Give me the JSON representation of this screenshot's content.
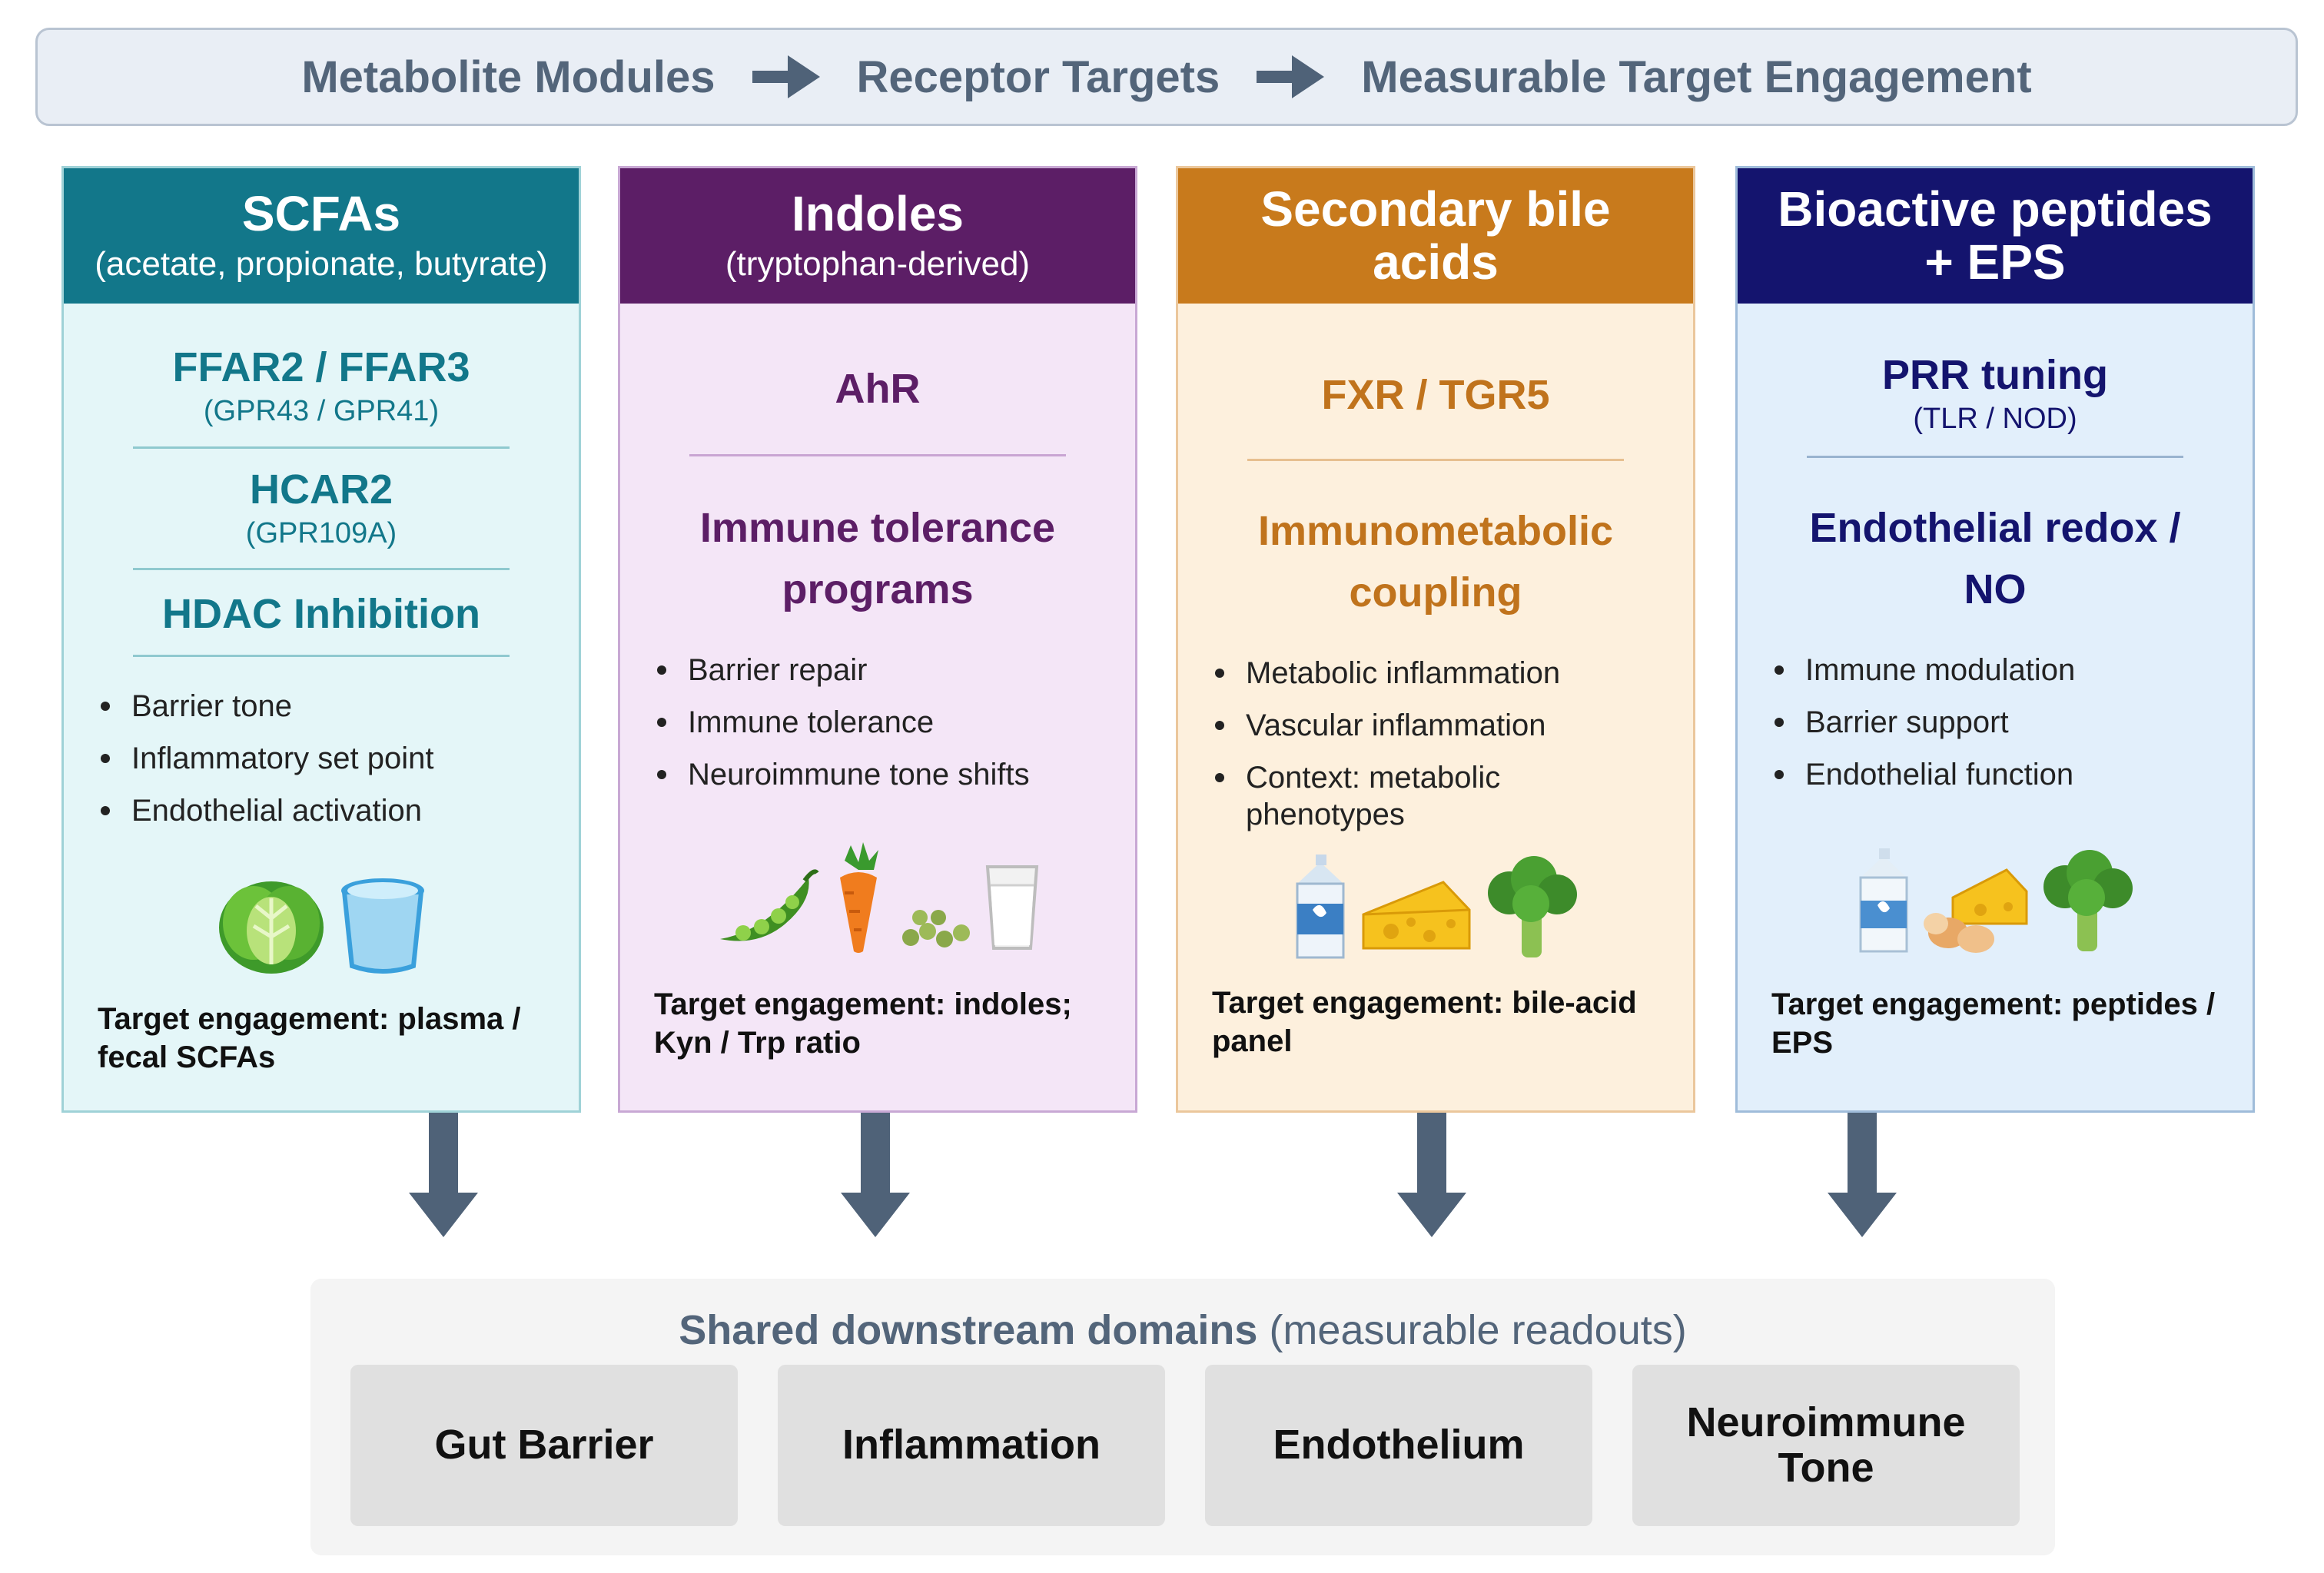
{
  "banner": {
    "steps": [
      "Metabolite Modules",
      "Receptor Targets",
      "Measurable Target Engagement"
    ]
  },
  "columns": [
    {
      "title": "SCFAs",
      "subtitle": "(acetate, propionate, butyrate)",
      "receptors": [
        {
          "name": "FFAR2 / FFAR3",
          "sub": "(GPR43 / GPR41)"
        },
        {
          "name": "HCAR2",
          "sub": "(GPR109A)"
        },
        {
          "name": "HDAC Inhibition",
          "sub": ""
        }
      ],
      "bullets": [
        "Barrier tone",
        "Inflammatory set point",
        "Endothelial activation"
      ],
      "foods": [
        "lettuce-icon",
        "yogurt-cup-icon"
      ],
      "target": "Target engagement: plasma / fecal SCFAs",
      "colors": {
        "header": "#12778a",
        "body": "#e4f6f8"
      }
    },
    {
      "title": "Indoles",
      "subtitle": "(tryptophan-derived)",
      "receptor": "AhR",
      "program": "Immune tolerance programs",
      "bullets": [
        "Barrier repair",
        "Immune tolerance",
        "Neuroimmune tone shifts"
      ],
      "foods": [
        "pea-pod-icon",
        "carrot-icon",
        "peas-icon",
        "milk-glass-icon"
      ],
      "target": "Target engagement: indoles; Kyn / Trp ratio",
      "colors": {
        "header": "#5c1e66",
        "body": "#f4e6f7"
      }
    },
    {
      "title": "Secondary bile acids",
      "subtitle": "",
      "receptor": "FXR / TGR5",
      "program": "Immunometabolic coupling",
      "bullets": [
        "Metabolic inflammation",
        "Vascular inflammation",
        "Context: metabolic phenotypes"
      ],
      "foods": [
        "milk-carton-icon",
        "cheese-icon",
        "broccoli-icon"
      ],
      "target": "Target engagement: bile-acid panel",
      "colors": {
        "header": "#c87a1c",
        "body": "#fdf0dd"
      }
    },
    {
      "title": "Bioactive peptides + EPS",
      "subtitle": "",
      "receptor": "PRR tuning",
      "receptor_sub": "(TLR / NOD)",
      "program": "Endothelial redox / NO",
      "bullets": [
        "Immune modulation",
        "Barrier support",
        "Endothelial function"
      ],
      "foods": [
        "milk-carton-icon",
        "cheese-eggs-icon",
        "broccoli-icon"
      ],
      "target": "Target engagement: peptides / EPS",
      "colors": {
        "header": "#14146e",
        "body": "#e2effb"
      }
    }
  ],
  "shared": {
    "title_bold": "Shared downstream domains",
    "title_rest": "(measurable readouts)",
    "domains": [
      "Gut Barrier",
      "Inflammation",
      "Endothelium",
      "Neuroimmune Tone"
    ]
  }
}
